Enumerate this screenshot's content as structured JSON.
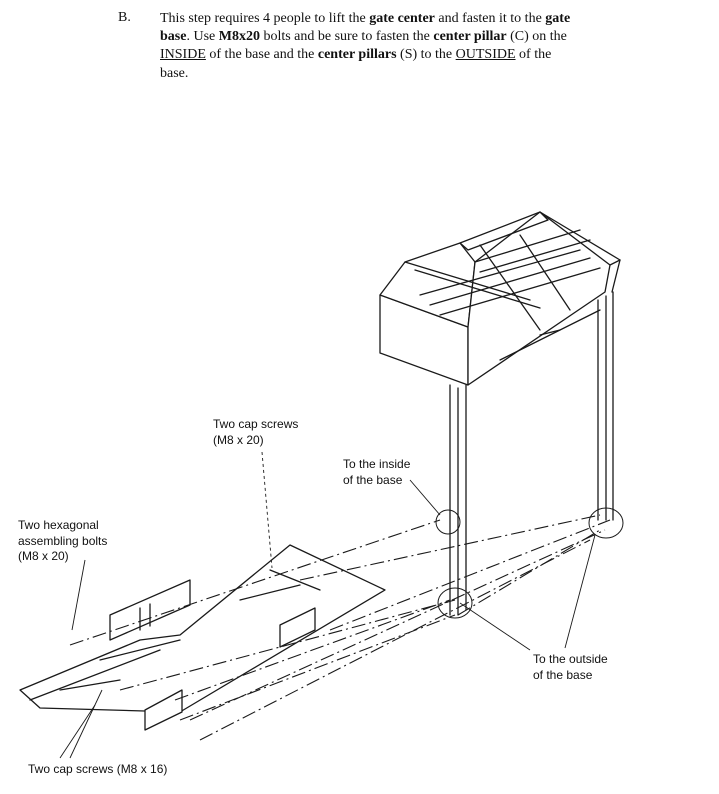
{
  "step": {
    "label": "B.",
    "text_1": "This step requires 4 people to lift the ",
    "gate_center": "gate center",
    "text_2": " and fasten it to the ",
    "gate_base": "gate base",
    "text_3": ". Use ",
    "bolt_spec": "M8x20",
    "text_4": " bolts and be sure to fasten the ",
    "center_pillar": "center pillar",
    "text_5": " (C) on the ",
    "inside": "INSIDE",
    "text_6": " of the base and the ",
    "center_pillars": "center pillars",
    "text_7": " (S) to the ",
    "outside": "OUTSIDE",
    "text_8": " of the base."
  },
  "callouts": {
    "cap_screws_top_line1": "Two cap screws",
    "cap_screws_top_line2": "(M8 x 20)",
    "inside_line1": "To the inside",
    "inside_line2": "of the base",
    "hex_line1": "Two hexagonal",
    "hex_line2": "assembling bolts",
    "hex_line3": "(M8 x 20)",
    "outside_line1": "To the outside",
    "outside_line2": "of the base",
    "cap_screws_bottom": "Two cap screws (M8 x 16)"
  }
}
